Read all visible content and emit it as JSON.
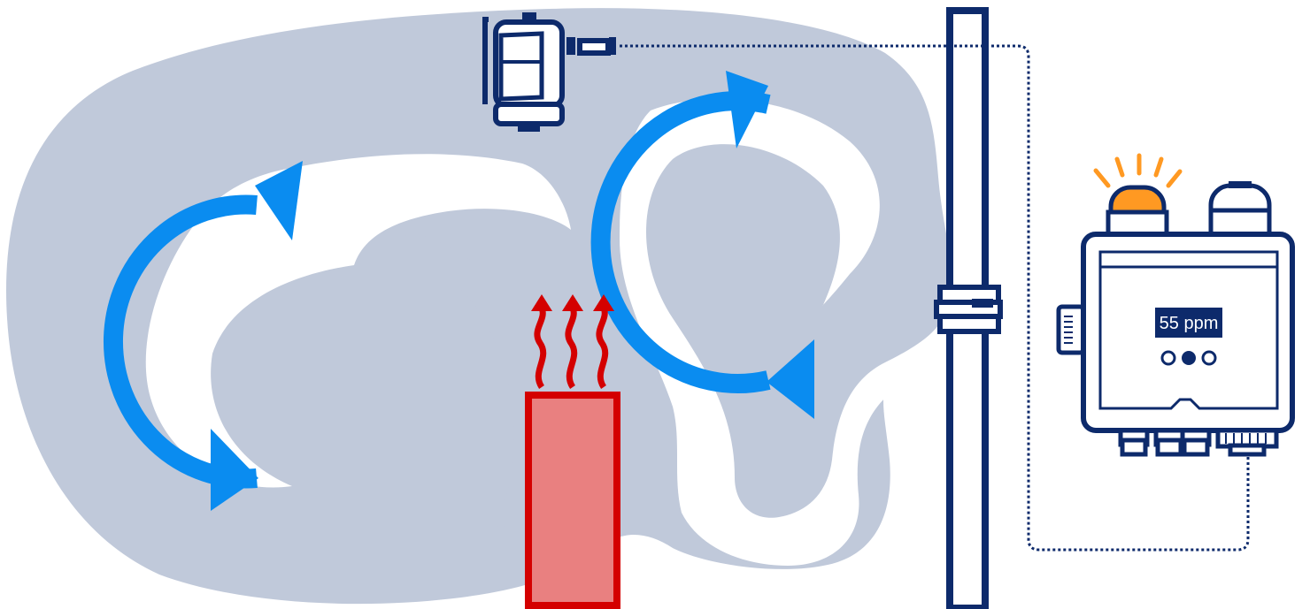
{
  "detector": {
    "display_reading": "55 ppm",
    "alarm_light": "on"
  },
  "colors": {
    "airflow_plume": "#c0c9da",
    "circulation_arrows": "#0a8cf0",
    "heat_source_fill": "#e98080",
    "heat_source_stroke": "#d40000",
    "device_outline": "#0d2a6b",
    "alarm_beacon": "#ff9922",
    "wiring": "#0d2a6b"
  },
  "icons": [
    "airflow-plume",
    "circulation-arrow-left",
    "circulation-arrow-right",
    "heat-source",
    "heat-wave-icon",
    "remote-sensor-head",
    "vertical-pipe",
    "pipe-clamp",
    "gas-detector-unit",
    "alarm-beacon-icon",
    "status-led-icon",
    "cable-gland-icon",
    "signal-cable"
  ]
}
